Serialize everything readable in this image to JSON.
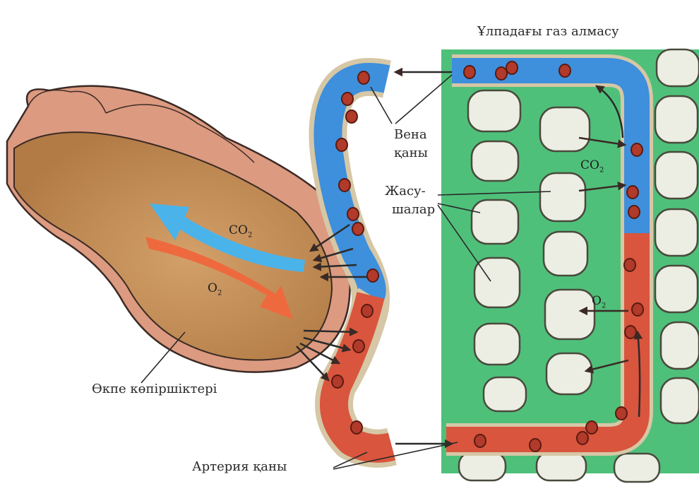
{
  "labels": {
    "title": "Ұлпадағы газ алмасу",
    "vein_blood_line1": "Вена",
    "vein_blood_line2": "қаны",
    "cells_line1": "Жасу-",
    "cells_line2": "шалар",
    "alveoli": "Өкпе көпіршіктері",
    "arterial_blood": "Артерия қаны"
  },
  "chem": {
    "co2_formula": "CO",
    "co2_sub": "2",
    "o2_formula": "O",
    "o2_sub": "2"
  },
  "colors": {
    "tissue_green": "#4fc07a",
    "venous_blue": "#3e8fdc",
    "arterial_red": "#d9553d",
    "alveolus_tan": "#c7935d",
    "alveolus_wall": "#dc9a80",
    "cell_fill": "#eceee4",
    "co2_arrow": "#4ab3ea",
    "o2_arrow": "#ee6a3e"
  }
}
